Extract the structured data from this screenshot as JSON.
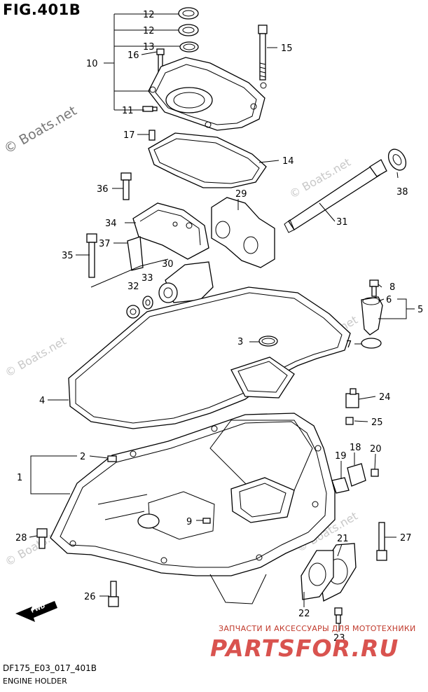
{
  "figure": {
    "title": "FIG.401B",
    "model_code": "DF175_E03_017_401B",
    "name": "ENGINE HOLDER"
  },
  "watermarks": {
    "boats_net": "© Boats.net"
  },
  "shop": {
    "tagline": "ЗАПЧАСТИ И АКСЕССУАРЫ ДЛЯ МОТОТЕХНИКИ",
    "logo": "PARTSFOR.RU"
  },
  "fwd_label": "FWD",
  "callouts": [
    "1",
    "2",
    "3",
    "4",
    "5",
    "6",
    "7",
    "8",
    "9",
    "10",
    "11",
    "12",
    "12",
    "13",
    "14",
    "15",
    "16",
    "17",
    "18",
    "19",
    "20",
    "21",
    "22",
    "23",
    "24",
    "25",
    "26",
    "27",
    "28",
    "29",
    "30",
    "31",
    "32",
    "33",
    "34",
    "35",
    "36",
    "37",
    "38"
  ]
}
